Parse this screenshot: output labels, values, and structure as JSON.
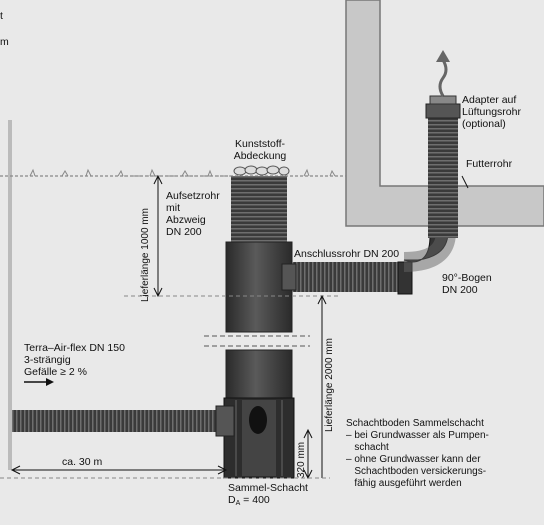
{
  "labels": {
    "kunststoff_abdeckung": [
      "Kunststoff-",
      "Abdeckung"
    ],
    "aufsetzrohr": [
      "Aufsetzrohr",
      "mit",
      "Abzweig",
      "DN 200"
    ],
    "anschlussrohr": "Anschlussrohr DN 200",
    "bogen": [
      "90°-Bogen",
      "DN 200"
    ],
    "adapter": [
      "Adapter auf",
      "Lüftungsrohr",
      "(optional)"
    ],
    "futterrohr": "Futterrohr",
    "terra_air": [
      "Terra–Air-flex DN 150",
      "3-strängig",
      "Gefälle ≥ 2 %"
    ],
    "ca_30m": "ca. 30 m",
    "sammel_schacht": "Sammel-Schacht",
    "da_prefix": "D",
    "da_sub": "A",
    "da_value": " = 400",
    "schachtboden": [
      "Schachtboden Sammelschacht",
      "– bei Grundwasser als Pumpen-",
      "   schacht",
      "– ohne Grundwasser kann der",
      "   Schachtboden versickerungs-",
      "   fähig ausgeführt werden"
    ],
    "lieferlaenge_1000": "Lieferlänge 1000 mm",
    "lieferlaenge_2000": "Lieferlänge 2000 mm",
    "mm_320": "320 mm",
    "edge_fragment_1": "t",
    "edge_fragment_2": "m"
  },
  "colors": {
    "background": "#e9e9e9",
    "pipe_dark": "#2e2e2e",
    "pipe_mid": "#4a4a4a",
    "pipe_light": "#6a6a6a",
    "wall": "#c8c8c8",
    "wall_stroke": "#777777",
    "dashed": "#888888"
  }
}
